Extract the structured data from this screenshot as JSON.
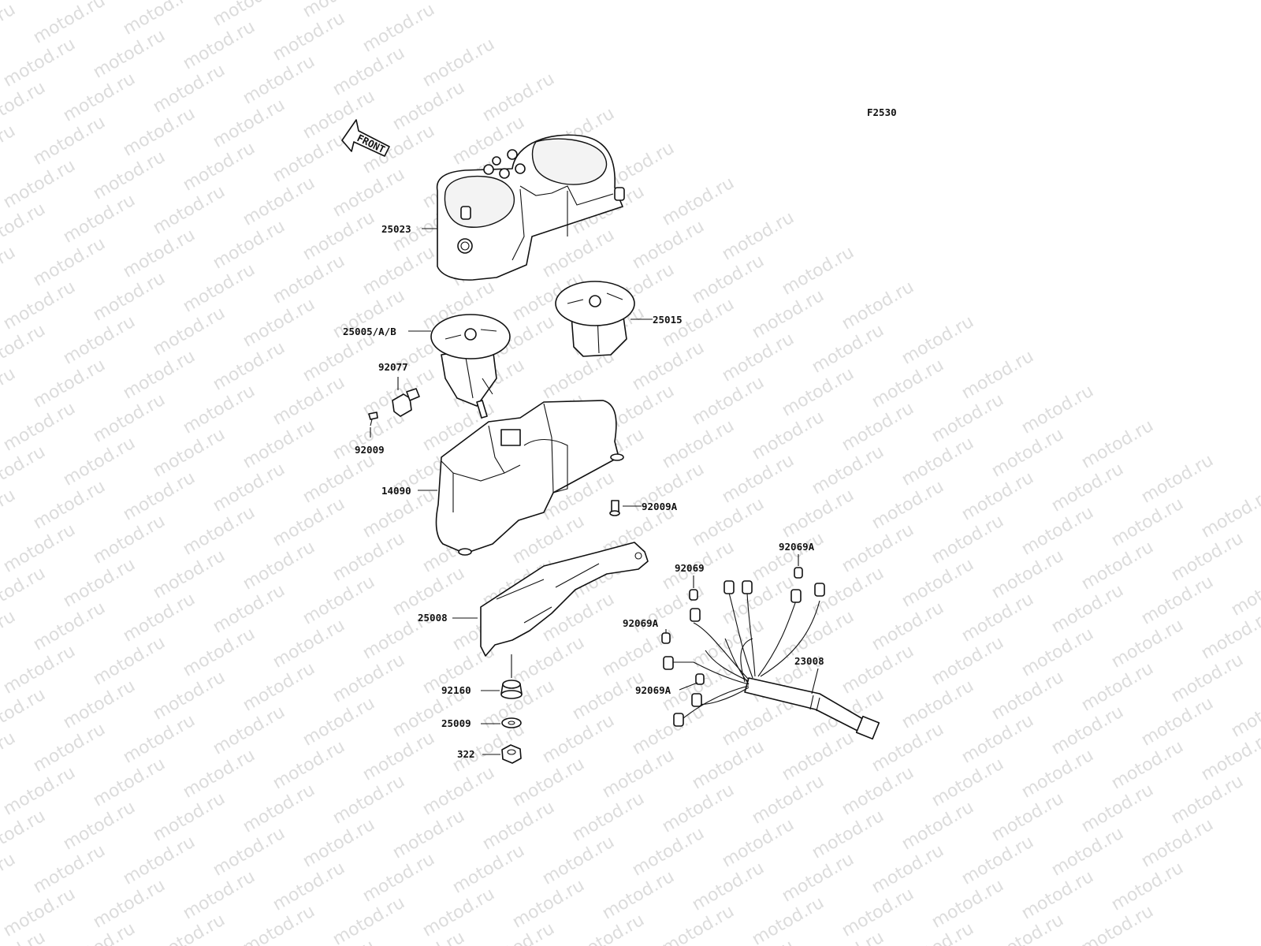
{
  "diagram_code": "F2530",
  "front_label": "FRONT",
  "watermark_text": "motod.ru",
  "parts": {
    "meter_cover": "25023",
    "tachometer": "25005/A/B",
    "speedometer": "25015",
    "screw_a": "92077",
    "screw_b": "92009",
    "meter_case": "14090",
    "screw_c": "92009A",
    "bracket": "25008",
    "damper": "92160",
    "washer": "25009",
    "nut": "322",
    "harness": "23008",
    "socket_1": "92069",
    "socket_2": "92069A",
    "socket_3": "92069A",
    "socket_4": "92069A"
  }
}
